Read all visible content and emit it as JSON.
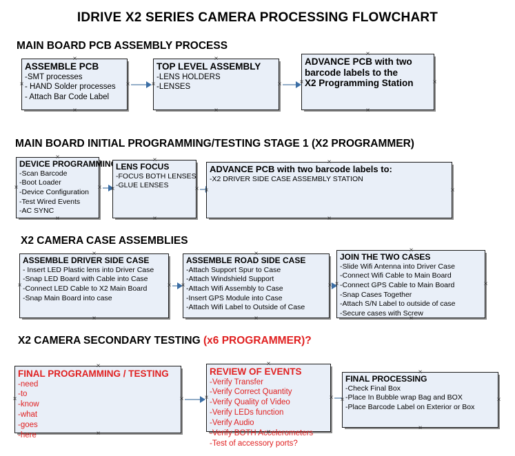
{
  "document": {
    "title": "IDRIVE X2  SERIES CAMERA PROCESSING FLOWCHART"
  },
  "colors": {
    "node_fill": "#e9eff8",
    "node_border": "#1a1a1a",
    "node_shadow": "#8b8b8b",
    "connector": "#93aec8",
    "arrowhead": "#3b6ea5",
    "red_text": "#e02020",
    "text": "#000000"
  },
  "sections": [
    {
      "id": "main-board-pcb-assembly",
      "heading": "MAIN BOARD PCB ASSEMBLY PROCESS",
      "heading_red": "",
      "nodes": [
        {
          "id": "assemble-pcb",
          "header": "ASSEMBLE PCB",
          "lines": [
            "-SMT processes",
            "- HAND Solder processes",
            "- Attach Bar Code Label"
          ]
        },
        {
          "id": "top-level-assembly",
          "header": "TOP LEVEL ASSEMBLY",
          "lines": [
            "-LENS HOLDERS",
            "-LENSES"
          ]
        },
        {
          "id": "advance-pcb-programming-station",
          "header": "ADVANCE PCB with two",
          "lines": [
            "barcode labels to the",
            " X2 Programming Station"
          ]
        }
      ]
    },
    {
      "id": "main-board-initial-programming",
      "heading": "MAIN BOARD INITIAL PROGRAMMING/TESTING STAGE 1 (X2 PROGRAMMER)",
      "heading_red": "",
      "nodes": [
        {
          "id": "device-programming",
          "header": "DEVICE PROGRAMMING",
          "lines": [
            "-Scan Barcode",
            "-Boot Loader",
            "-Device Configuration",
            "-Test Wired Events",
            "-AC SYNC"
          ]
        },
        {
          "id": "lens-focus",
          "header": "LENS FOCUS",
          "lines": [
            "-FOCUS BOTH LENSES",
            "-GLUE LENSES"
          ]
        },
        {
          "id": "advance-pcb-driver-side-case",
          "header": "ADVANCE PCB with two barcode labels to:",
          "lines": [
            "-X2 DRIVER  SIDE  CASE  ASSEMBLY STATION"
          ]
        }
      ]
    },
    {
      "id": "x2-camera-case-assemblies",
      "heading": "X2 CAMERA CASE ASSEMBLIES",
      "heading_red": "",
      "nodes": [
        {
          "id": "assemble-driver-side-case",
          "header": "ASSEMBLE DRIVER SIDE CASE",
          "lines": [
            "- Insert LED Plastic lens into Driver Case",
            "-Snap LED Board with Cable into Case",
            "-Connect LED Cable to X2 Main Board",
            "-Snap Main Board into case"
          ]
        },
        {
          "id": "assemble-road-side-case",
          "header": "ASSEMBLE ROAD SIDE CASE",
          "lines": [
            "-Attach Support Spur to Case",
            "-Attach Windshield Support",
            "-Attach Wifi Assembly to Case",
            "-Insert GPS Module into Case",
            "-Attach Wifi Label to Outside of Case"
          ]
        },
        {
          "id": "join-the-two-cases",
          "header": "JOIN THE TWO CASES",
          "lines": [
            "-Slide Wifi Antenna into Driver Case",
            "-Connect Wifi Cable to Main Board",
            "-Connect GPS Cable to Main Board",
            "-Snap Cases Together",
            "-Attach S/N Label to outside of case",
            "-Secure cases with Screw"
          ]
        }
      ]
    },
    {
      "id": "x2-camera-secondary-testing",
      "heading": "X2 CAMERA SECONDARY TESTING ",
      "heading_red": "(x6 PROGRAMMER)?",
      "nodes": [
        {
          "id": "final-programming-testing",
          "header": "FINAL PROGRAMMING / TESTING",
          "lines": [
            "-need",
            "-to",
            "-know",
            "-what",
            "-goes",
            "-here"
          ]
        },
        {
          "id": "review-of-events",
          "header": "REVIEW OF EVENTS",
          "lines": [
            "-Verify Transfer",
            "-Verify Correct Quantity",
            "-Verify Quality of Video",
            "-Verify LEDs function",
            "-Verify Audio",
            "-Verify BOTH Accelerometers",
            "-Test of accessory ports?"
          ]
        },
        {
          "id": "final-processing",
          "header": "FINAL PROCESSING",
          "lines": [
            " -Check Final Box",
            "-Place In Bubble wrap Bag and BOX",
            "-Place Barcode Label on Exterior or Box"
          ]
        }
      ]
    }
  ]
}
